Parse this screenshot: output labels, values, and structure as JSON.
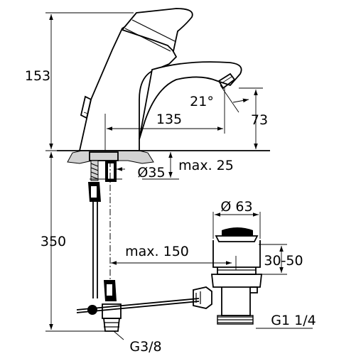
{
  "dimensions": {
    "height_total": "153",
    "height_spout": "73",
    "reach": "135",
    "angle": "21°",
    "hole_diameter": "Ø35",
    "max_thickness": "max. 25",
    "drain_diameter": "Ø 63",
    "pipe_length": "350",
    "max_offset": "max. 150",
    "stroke_range": "30-50",
    "thread_drain": "G1 1/4",
    "thread_inlet": "G3/8"
  }
}
